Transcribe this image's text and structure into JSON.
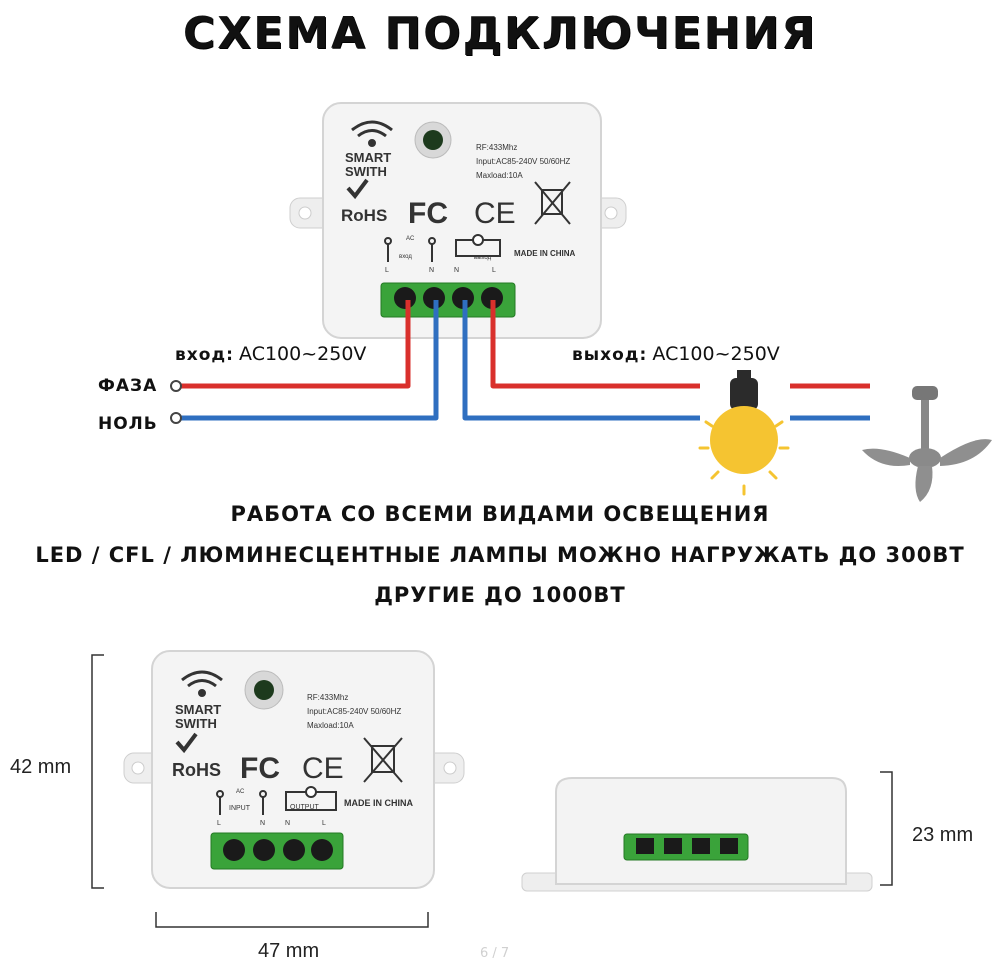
{
  "title": "СХЕМА ПОДКЛЮЧЕНИЯ",
  "device": {
    "brand_line1": "SMART",
    "brand_line2": "SWITH",
    "rohs": "RoHS",
    "fcc": "FC",
    "ce": "CE",
    "spec_rf": "RF:433Mhz",
    "spec_input": "Input:AC85-240V 50/60HZ",
    "spec_maxload": "Maxload:10A",
    "made_in": "MADE IN CHINA",
    "ac": "AC",
    "term_l": "L",
    "term_n": "N",
    "input_ru": "вход",
    "output_ru": "выход",
    "input_en": "INPUT",
    "output_en": "OUTPUT"
  },
  "wiring": {
    "input_prefix": "вход:",
    "input_value": "AC100~250V",
    "output_prefix": "выход:",
    "output_value": "AC100~250V",
    "phase_label": "ФАЗА",
    "neutral_label": "НОЛЬ",
    "phase_color": "#d9302c",
    "neutral_color": "#2f6fc0"
  },
  "description": {
    "line1": "РАБОТА СО ВСЕМИ ВИДАМИ ОСВЕЩЕНИЯ",
    "line2": "LED / CFL / ЛЮМИНЕСЦЕНТНЫЕ ЛАМПЫ МОЖНО НАГРУЖАТЬ ДО 300ВТ",
    "line3": "ДРУГИЕ ДО 1000ВТ"
  },
  "dimensions": {
    "height": "42 mm",
    "width": "47 mm",
    "depth": "23 mm"
  },
  "page_indicator": "6 / 7",
  "colors": {
    "terminal_green": "#3aa33a",
    "bulb_yellow": "#f5c431",
    "device_white": "#f4f4f4"
  }
}
